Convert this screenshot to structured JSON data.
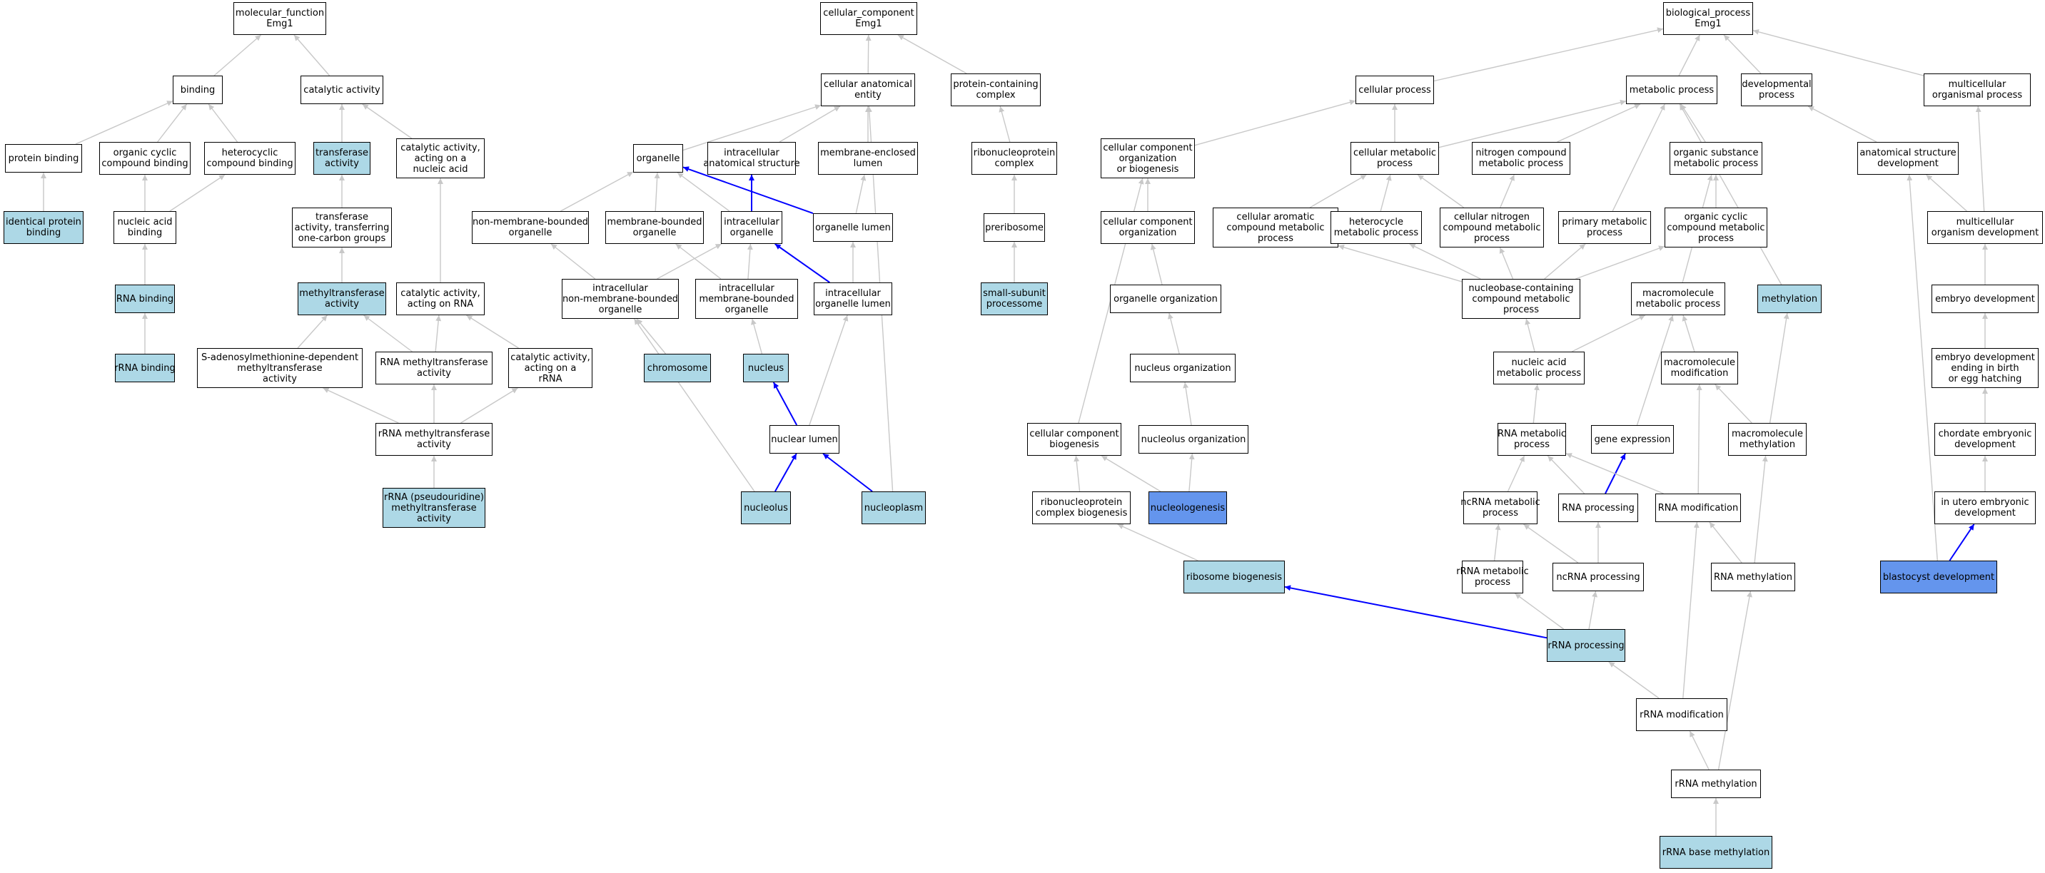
{
  "colors": {
    "edge": "#c8c8c8",
    "highlight_edge": "#0000ff",
    "light_fill": "#add8e6",
    "dark_fill": "#6495ed",
    "plain_fill": "#ffffff"
  },
  "nodes": [
    {
      "id": "mf",
      "lines": [
        "molecular_function",
        "Emg1"
      ],
      "style": "plain"
    },
    {
      "id": "binding",
      "lines": [
        "binding"
      ],
      "style": "plain"
    },
    {
      "id": "catalytic",
      "lines": [
        "catalytic activity"
      ],
      "style": "plain"
    },
    {
      "id": "protein_binding",
      "lines": [
        "protein binding"
      ],
      "style": "plain"
    },
    {
      "id": "org_cyclic_binding",
      "lines": [
        "organic cyclic",
        "compound binding"
      ],
      "style": "plain"
    },
    {
      "id": "hetero_binding",
      "lines": [
        "heterocyclic",
        "compound binding"
      ],
      "style": "plain"
    },
    {
      "id": "transferase",
      "lines": [
        "transferase",
        "activity"
      ],
      "style": "light"
    },
    {
      "id": "cat_nucleic",
      "lines": [
        "catalytic activity,",
        "acting on a",
        "nucleic acid"
      ],
      "style": "plain"
    },
    {
      "id": "identical_protein",
      "lines": [
        "identical protein",
        "binding"
      ],
      "style": "light"
    },
    {
      "id": "nucleic_binding",
      "lines": [
        "nucleic acid",
        "binding"
      ],
      "style": "plain"
    },
    {
      "id": "transferase_onec",
      "lines": [
        "transferase",
        "activity, transferring",
        "one-carbon groups"
      ],
      "style": "plain"
    },
    {
      "id": "rna_binding",
      "lines": [
        "RNA binding"
      ],
      "style": "light"
    },
    {
      "id": "methyltransferase",
      "lines": [
        "methyltransferase",
        "activity"
      ],
      "style": "light"
    },
    {
      "id": "cat_rna",
      "lines": [
        "catalytic activity,",
        "acting on RNA"
      ],
      "style": "plain"
    },
    {
      "id": "rrna_binding",
      "lines": [
        "rRNA binding"
      ],
      "style": "light"
    },
    {
      "id": "sam_mt",
      "lines": [
        "S-adenosylmethionine-dependent",
        "methyltransferase",
        "activity"
      ],
      "style": "plain"
    },
    {
      "id": "rna_mt",
      "lines": [
        "RNA methyltransferase",
        "activity"
      ],
      "style": "plain"
    },
    {
      "id": "cat_rrna",
      "lines": [
        "catalytic activity,",
        "acting on a",
        "rRNA"
      ],
      "style": "plain"
    },
    {
      "id": "rrna_mt",
      "lines": [
        "rRNA methyltransferase",
        "activity"
      ],
      "style": "plain"
    },
    {
      "id": "rrna_pseudo_mt",
      "lines": [
        "rRNA (pseudouridine)",
        "methyltransferase",
        "activity"
      ],
      "style": "light"
    },
    {
      "id": "cc",
      "lines": [
        "cellular_component",
        "Emg1"
      ],
      "style": "plain"
    },
    {
      "id": "cae",
      "lines": [
        "cellular anatomical",
        "entity"
      ],
      "style": "plain"
    },
    {
      "id": "pcc",
      "lines": [
        "protein-containing",
        "complex"
      ],
      "style": "plain"
    },
    {
      "id": "organelle",
      "lines": [
        "organelle"
      ],
      "style": "plain"
    },
    {
      "id": "ias",
      "lines": [
        "intracellular",
        "anatomical structure"
      ],
      "style": "plain"
    },
    {
      "id": "mel",
      "lines": [
        "membrane-enclosed",
        "lumen"
      ],
      "style": "plain"
    },
    {
      "id": "rnp_complex",
      "lines": [
        "ribonucleoprotein",
        "complex"
      ],
      "style": "plain"
    },
    {
      "id": "nmbo",
      "lines": [
        "non-membrane-bounded",
        "organelle"
      ],
      "style": "plain"
    },
    {
      "id": "mbo",
      "lines": [
        "membrane-bounded",
        "organelle"
      ],
      "style": "plain"
    },
    {
      "id": "io",
      "lines": [
        "intracellular",
        "organelle"
      ],
      "style": "plain"
    },
    {
      "id": "ol",
      "lines": [
        "organelle lumen"
      ],
      "style": "plain"
    },
    {
      "id": "preribosome",
      "lines": [
        "preribosome"
      ],
      "style": "plain"
    },
    {
      "id": "inmbo",
      "lines": [
        "intracellular",
        "non-membrane-bounded",
        "organelle"
      ],
      "style": "plain"
    },
    {
      "id": "imbo",
      "lines": [
        "intracellular",
        "membrane-bounded",
        "organelle"
      ],
      "style": "plain"
    },
    {
      "id": "iol",
      "lines": [
        "intracellular",
        "organelle lumen"
      ],
      "style": "plain"
    },
    {
      "id": "ssp",
      "lines": [
        "small-subunit",
        "processome"
      ],
      "style": "light"
    },
    {
      "id": "chromosome",
      "lines": [
        "chromosome"
      ],
      "style": "light"
    },
    {
      "id": "nucleus",
      "lines": [
        "nucleus"
      ],
      "style": "light"
    },
    {
      "id": "nuclear_lumen",
      "lines": [
        "nuclear lumen"
      ],
      "style": "plain"
    },
    {
      "id": "nucleolus",
      "lines": [
        "nucleolus"
      ],
      "style": "light"
    },
    {
      "id": "nucleoplasm",
      "lines": [
        "nucleoplasm"
      ],
      "style": "light"
    },
    {
      "id": "bp",
      "lines": [
        "biological_process",
        "Emg1"
      ],
      "style": "plain"
    },
    {
      "id": "cp",
      "lines": [
        "cellular process"
      ],
      "style": "plain"
    },
    {
      "id": "mp",
      "lines": [
        "metabolic process"
      ],
      "style": "plain"
    },
    {
      "id": "dp",
      "lines": [
        "developmental",
        "process"
      ],
      "style": "plain"
    },
    {
      "id": "mop",
      "lines": [
        "multicellular",
        "organismal process"
      ],
      "style": "plain"
    },
    {
      "id": "ccob",
      "lines": [
        "cellular component",
        "organization",
        "or biogenesis"
      ],
      "style": "plain"
    },
    {
      "id": "cmp",
      "lines": [
        "cellular metabolic",
        "process"
      ],
      "style": "plain"
    },
    {
      "id": "ncmp",
      "lines": [
        "nitrogen compound",
        "metabolic process"
      ],
      "style": "plain"
    },
    {
      "id": "osmp",
      "lines": [
        "organic substance",
        "metabolic process"
      ],
      "style": "plain"
    },
    {
      "id": "asd",
      "lines": [
        "anatomical structure",
        "development"
      ],
      "style": "plain"
    },
    {
      "id": "cco",
      "lines": [
        "cellular component",
        "organization"
      ],
      "style": "plain"
    },
    {
      "id": "cacmp",
      "lines": [
        "cellular aromatic",
        "compound metabolic",
        "process"
      ],
      "style": "plain"
    },
    {
      "id": "hmp",
      "lines": [
        "heterocycle",
        "metabolic process"
      ],
      "style": "plain"
    },
    {
      "id": "cncmp",
      "lines": [
        "cellular nitrogen",
        "compound metabolic",
        "process"
      ],
      "style": "plain"
    },
    {
      "id": "pmp",
      "lines": [
        "primary metabolic",
        "process"
      ],
      "style": "plain"
    },
    {
      "id": "occmp",
      "lines": [
        "organic cyclic",
        "compound metabolic",
        "process"
      ],
      "style": "plain"
    },
    {
      "id": "mod",
      "lines": [
        "multicellular",
        "organism development"
      ],
      "style": "plain"
    },
    {
      "id": "oo",
      "lines": [
        "organelle organization"
      ],
      "style": "plain"
    },
    {
      "id": "nccmp",
      "lines": [
        "nucleobase-containing",
        "compound metabolic",
        "process"
      ],
      "style": "plain"
    },
    {
      "id": "mmp",
      "lines": [
        "macromolecule",
        "metabolic process"
      ],
      "style": "plain"
    },
    {
      "id": "methylation",
      "lines": [
        "methylation"
      ],
      "style": "light"
    },
    {
      "id": "embryo_dev",
      "lines": [
        "embryo development"
      ],
      "style": "plain"
    },
    {
      "id": "no",
      "lines": [
        "nucleus organization"
      ],
      "style": "plain"
    },
    {
      "id": "namp",
      "lines": [
        "nucleic acid",
        "metabolic process"
      ],
      "style": "plain"
    },
    {
      "id": "mm",
      "lines": [
        "macromolecule",
        "modification"
      ],
      "style": "plain"
    },
    {
      "id": "edebeh",
      "lines": [
        "embryo development",
        "ending in birth",
        "or egg hatching"
      ],
      "style": "plain"
    },
    {
      "id": "ccb",
      "lines": [
        "cellular component",
        "biogenesis"
      ],
      "style": "plain"
    },
    {
      "id": "nolo",
      "lines": [
        "nucleolus organization"
      ],
      "style": "plain"
    },
    {
      "id": "rnamp",
      "lines": [
        "RNA metabolic",
        "process"
      ],
      "style": "plain"
    },
    {
      "id": "ge",
      "lines": [
        "gene expression"
      ],
      "style": "plain"
    },
    {
      "id": "mmeth",
      "lines": [
        "macromolecule",
        "methylation"
      ],
      "style": "plain"
    },
    {
      "id": "ced",
      "lines": [
        "chordate embryonic",
        "development"
      ],
      "style": "plain"
    },
    {
      "id": "rnpcb",
      "lines": [
        "ribonucleoprotein",
        "complex biogenesis"
      ],
      "style": "plain"
    },
    {
      "id": "nucleologenesis",
      "lines": [
        "nucleologenesis"
      ],
      "style": "dark"
    },
    {
      "id": "ncrnamp",
      "lines": [
        "ncRNA metabolic",
        "process"
      ],
      "style": "plain"
    },
    {
      "id": "rnaproc",
      "lines": [
        "RNA processing"
      ],
      "style": "plain"
    },
    {
      "id": "rnamod",
      "lines": [
        "RNA modification"
      ],
      "style": "plain"
    },
    {
      "id": "iued",
      "lines": [
        "in utero embryonic",
        "development"
      ],
      "style": "plain"
    },
    {
      "id": "rb",
      "lines": [
        "ribosome biogenesis"
      ],
      "style": "light"
    },
    {
      "id": "rrnamp",
      "lines": [
        "rRNA metabolic",
        "process"
      ],
      "style": "plain"
    },
    {
      "id": "ncrnaproc",
      "lines": [
        "ncRNA processing"
      ],
      "style": "plain"
    },
    {
      "id": "rnameth",
      "lines": [
        "RNA methylation"
      ],
      "style": "plain"
    },
    {
      "id": "bd",
      "lines": [
        "blastocyst development"
      ],
      "style": "dark"
    },
    {
      "id": "rrnaproc",
      "lines": [
        "rRNA processing"
      ],
      "style": "light"
    },
    {
      "id": "rrnamod",
      "lines": [
        "rRNA modification"
      ],
      "style": "plain"
    },
    {
      "id": "rrnameth",
      "lines": [
        "rRNA methylation"
      ],
      "style": "plain"
    },
    {
      "id": "rbm",
      "lines": [
        "rRNA base methylation"
      ],
      "style": "light"
    }
  ],
  "edges": [
    [
      "binding",
      "mf",
      0
    ],
    [
      "catalytic",
      "mf",
      0
    ],
    [
      "protein_binding",
      "binding",
      0
    ],
    [
      "org_cyclic_binding",
      "binding",
      0
    ],
    [
      "hetero_binding",
      "binding",
      0
    ],
    [
      "transferase",
      "catalytic",
      0
    ],
    [
      "cat_nucleic",
      "catalytic",
      0
    ],
    [
      "identical_protein",
      "protein_binding",
      0
    ],
    [
      "nucleic_binding",
      "org_cyclic_binding",
      0
    ],
    [
      "nucleic_binding",
      "hetero_binding",
      0
    ],
    [
      "transferase_onec",
      "transferase",
      0
    ],
    [
      "rna_binding",
      "nucleic_binding",
      0
    ],
    [
      "methyltransferase",
      "transferase_onec",
      0
    ],
    [
      "cat_rna",
      "cat_nucleic",
      0
    ],
    [
      "rrna_binding",
      "rna_binding",
      0
    ],
    [
      "sam_mt",
      "methyltransferase",
      0
    ],
    [
      "rna_mt",
      "methyltransferase",
      0
    ],
    [
      "rna_mt",
      "cat_rna",
      0
    ],
    [
      "cat_rrna",
      "cat_rna",
      0
    ],
    [
      "rrna_mt",
      "sam_mt",
      0
    ],
    [
      "rrna_mt",
      "rna_mt",
      0
    ],
    [
      "rrna_mt",
      "cat_rrna",
      0
    ],
    [
      "rrna_pseudo_mt",
      "rrna_mt",
      0
    ],
    [
      "cae",
      "cc",
      0
    ],
    [
      "pcc",
      "cc",
      0
    ],
    [
      "organelle",
      "cae",
      0
    ],
    [
      "ias",
      "cae",
      0
    ],
    [
      "mel",
      "cae",
      0
    ],
    [
      "rnp_complex",
      "pcc",
      0
    ],
    [
      "nmbo",
      "organelle",
      0
    ],
    [
      "mbo",
      "organelle",
      0
    ],
    [
      "io",
      "organelle",
      0
    ],
    [
      "ol",
      "organelle",
      1
    ],
    [
      "io",
      "ias",
      1
    ],
    [
      "ol",
      "mel",
      0
    ],
    [
      "preribosome",
      "rnp_complex",
      0
    ],
    [
      "inmbo",
      "nmbo",
      0
    ],
    [
      "inmbo",
      "io",
      0
    ],
    [
      "imbo",
      "mbo",
      0
    ],
    [
      "imbo",
      "io",
      0
    ],
    [
      "iol",
      "ol",
      0
    ],
    [
      "iol",
      "io",
      1
    ],
    [
      "ssp",
      "preribosome",
      0
    ],
    [
      "chromosome",
      "inmbo",
      0
    ],
    [
      "nucleus",
      "imbo",
      0
    ],
    [
      "nuclear_lumen",
      "nucleus",
      1
    ],
    [
      "nuclear_lumen",
      "iol",
      0
    ],
    [
      "nucleolus",
      "nuclear_lumen",
      1
    ],
    [
      "nucleolus",
      "inmbo",
      0
    ],
    [
      "nucleoplasm",
      "nuclear_lumen",
      1
    ],
    [
      "nucleoplasm",
      "cae",
      0
    ],
    [
      "cp",
      "bp",
      0
    ],
    [
      "mp",
      "bp",
      0
    ],
    [
      "dp",
      "bp",
      0
    ],
    [
      "mop",
      "bp",
      0
    ],
    [
      "ccob",
      "cp",
      0
    ],
    [
      "cmp",
      "cp",
      0
    ],
    [
      "cmp",
      "mp",
      0
    ],
    [
      "ncmp",
      "mp",
      0
    ],
    [
      "osmp",
      "mp",
      0
    ],
    [
      "pmp",
      "mp",
      0
    ],
    [
      "methylation",
      "mp",
      0
    ],
    [
      "asd",
      "dp",
      0
    ],
    [
      "mod",
      "asd",
      0
    ],
    [
      "mod",
      "mop",
      0
    ],
    [
      "cco",
      "ccob",
      0
    ],
    [
      "ccb",
      "ccob",
      0
    ],
    [
      "cacmp",
      "cmp",
      0
    ],
    [
      "hmp",
      "cmp",
      0
    ],
    [
      "cncmp",
      "cmp",
      0
    ],
    [
      "cncmp",
      "ncmp",
      0
    ],
    [
      "occmp",
      "osmp",
      0
    ],
    [
      "mmp",
      "osmp",
      0
    ],
    [
      "oo",
      "cco",
      0
    ],
    [
      "nccmp",
      "cacmp",
      0
    ],
    [
      "nccmp",
      "hmp",
      0
    ],
    [
      "nccmp",
      "cncmp",
      0
    ],
    [
      "nccmp",
      "pmp",
      0
    ],
    [
      "nccmp",
      "occmp",
      0
    ],
    [
      "embryo_dev",
      "mod",
      0
    ],
    [
      "no",
      "oo",
      0
    ],
    [
      "namp",
      "nccmp",
      0
    ],
    [
      "namp",
      "mmp",
      0
    ],
    [
      "mm",
      "mmp",
      0
    ],
    [
      "ge",
      "mmp",
      0
    ],
    [
      "edebeh",
      "embryo_dev",
      0
    ],
    [
      "nolo",
      "no",
      0
    ],
    [
      "rnamp",
      "namp",
      0
    ],
    [
      "mmeth",
      "mm",
      0
    ],
    [
      "mmeth",
      "methylation",
      0
    ],
    [
      "ced",
      "edebeh",
      0
    ],
    [
      "rnpcb",
      "ccb",
      0
    ],
    [
      "nucleologenesis",
      "ccb",
      0
    ],
    [
      "nucleologenesis",
      "nolo",
      0
    ],
    [
      "ncrnamp",
      "rnamp",
      0
    ],
    [
      "rnaproc",
      "rnamp",
      0
    ],
    [
      "rnaproc",
      "ge",
      1
    ],
    [
      "rnamod",
      "rnamp",
      0
    ],
    [
      "rnamod",
      "mm",
      0
    ],
    [
      "iued",
      "ced",
      0
    ],
    [
      "rb",
      "rnpcb",
      0
    ],
    [
      "rrnamp",
      "ncrnamp",
      0
    ],
    [
      "ncrnaproc",
      "ncrnamp",
      0
    ],
    [
      "ncrnaproc",
      "rnaproc",
      0
    ],
    [
      "rnameth",
      "rnamod",
      0
    ],
    [
      "rnameth",
      "mmeth",
      0
    ],
    [
      "bd",
      "iued",
      1
    ],
    [
      "bd",
      "asd",
      0
    ],
    [
      "rrnaproc",
      "rb",
      1
    ],
    [
      "rrnaproc",
      "rrnamp",
      0
    ],
    [
      "rrnaproc",
      "ncrnaproc",
      0
    ],
    [
      "rrnamod",
      "rrnaproc",
      0
    ],
    [
      "rrnamod",
      "rnamod",
      0
    ],
    [
      "rrnameth",
      "rrnamod",
      0
    ],
    [
      "rrnameth",
      "rnameth",
      0
    ],
    [
      "rbm",
      "rrnameth",
      0
    ]
  ]
}
